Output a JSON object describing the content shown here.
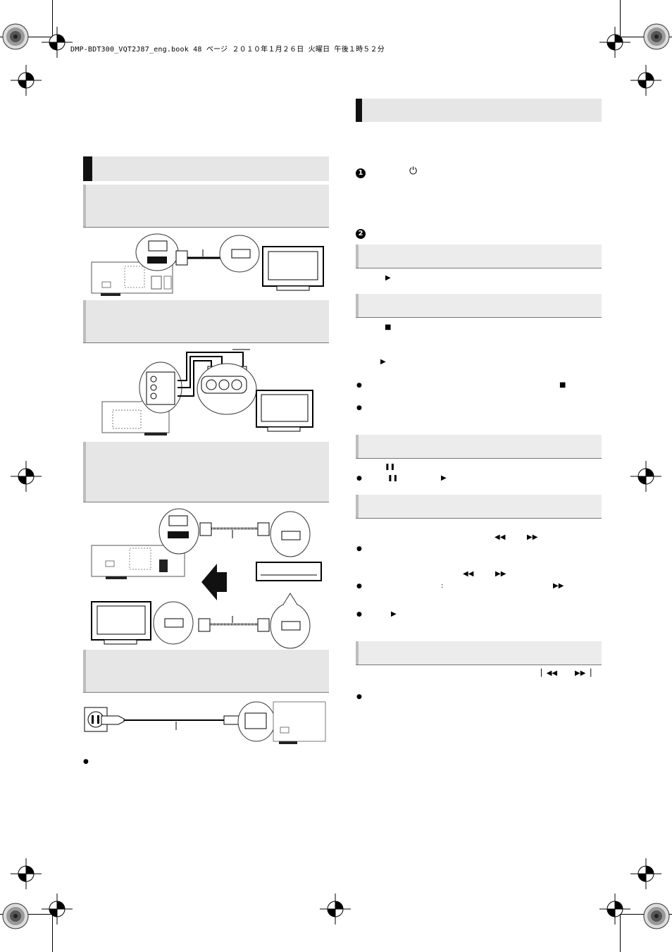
{
  "header": {
    "print_info": "DMP-BDT300_VQT2J87_eng.book  48 ページ  ２０１０年１月２６日  火曜日  午後１時５２分"
  },
  "steps": {
    "one": "1",
    "two": "2"
  },
  "icons": {
    "power": "⏻",
    "play": "▶",
    "stop": "■",
    "pause": "❚❚",
    "rewind": "◀◀",
    "fast_forward": "▶▶",
    "skip_back": "▏◀◀",
    "skip_forward": "▶▶▕",
    "bullet": "●",
    "colon": ":"
  }
}
